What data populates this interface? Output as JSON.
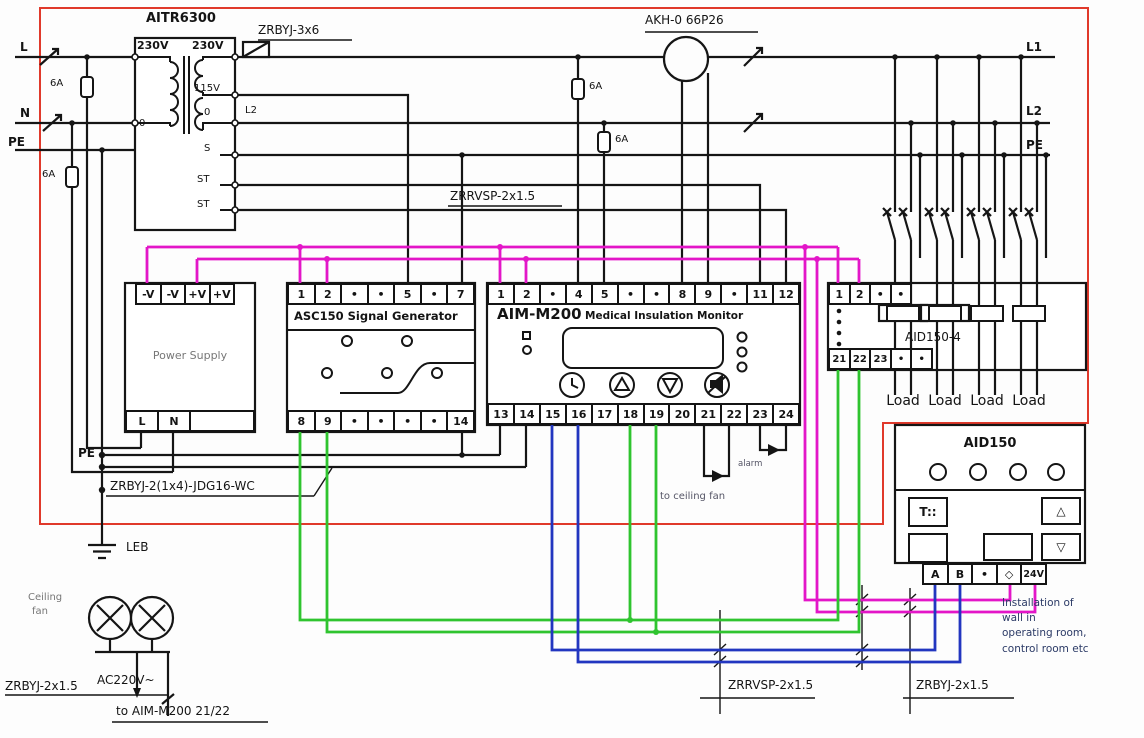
{
  "colors": {
    "border": "#e0392b",
    "magenta": "#e316c8",
    "green": "#2fc42f",
    "blue": "#2236c0",
    "wire": "#151515"
  },
  "bus": {
    "l": "L",
    "n": "N",
    "pe_left": "PE",
    "l1": "L1",
    "l2_right": "L2",
    "pe_right": "PE",
    "l2_mid": "L2"
  },
  "fuses": {
    "f1": "6A",
    "f2": "6A",
    "f3": "6A",
    "f4": "6A"
  },
  "transformer": {
    "title": "AITR6300",
    "primary": "230V",
    "secondary": "230V",
    "tap115": "115V",
    "tap0_left": "0",
    "tap0_right": "0",
    "s": "S",
    "st1": "ST",
    "st2": "ST"
  },
  "ct": {
    "label": "AKH-0 66P26"
  },
  "cables": {
    "top": "ZRBYJ-3x6",
    "signal": "ZRRVSP-2x1.5",
    "pe_cable": "ZRBYJ-2(1x4)-JDG16-WC",
    "comm_bottom": "ZRRVSP-2x1.5",
    "power_bottom": "ZRBYJ-2x1.5",
    "fan_cable": "ZRBYJ-2x1.5",
    "fan_voltage": "AC220V~",
    "fan_dest": "to AIM-M200 21/22"
  },
  "ground": {
    "label": "LEB",
    "pe_node": "PE"
  },
  "power_supply": {
    "title": "Power Supply",
    "top_terminals": [
      "-V",
      "-V",
      "+V",
      "+V"
    ],
    "bottom_terminals": [
      "L",
      "N"
    ]
  },
  "asc150": {
    "title": "ASC150 Signal Generator",
    "top_terminals": [
      "1",
      "2",
      "•",
      "•",
      "5",
      "•",
      "7"
    ],
    "bottom_terminals": [
      "8",
      "9",
      "•",
      "•",
      "•",
      "•",
      "14"
    ]
  },
  "aim": {
    "title": "AIM-M200",
    "subtitle": "Medical Insulation Monitor",
    "top_terminals": [
      "1",
      "2",
      "•",
      "4",
      "5",
      "•",
      "•",
      "8",
      "9",
      "•",
      "11",
      "12"
    ],
    "bottom_terminals": [
      "13",
      "14",
      "15",
      "16",
      "17",
      "18",
      "19",
      "20",
      "21",
      "22",
      "23",
      "24"
    ],
    "stub_note_small": "alarm",
    "stub_note": "to ceiling fan"
  },
  "dist": {
    "title": "AID150-4",
    "top_terminals": [
      "1",
      "2",
      "•",
      "•"
    ],
    "bottom_terminals": [
      "21",
      "22",
      "23",
      "•",
      "•"
    ],
    "loads": [
      "Load",
      "Load",
      "Load",
      "Load"
    ]
  },
  "panel": {
    "title": "AID150",
    "test_button": "T::",
    "up_glyph": "△",
    "down_glyph": "▽",
    "terminals": [
      "A",
      "B",
      "•",
      "◇",
      "24V"
    ]
  },
  "fans": {
    "label_line1": "Ceiling",
    "label_line2": "fan"
  },
  "note": {
    "lines": [
      "Installation of",
      "wall in",
      "operating room,",
      "control room etc"
    ]
  }
}
